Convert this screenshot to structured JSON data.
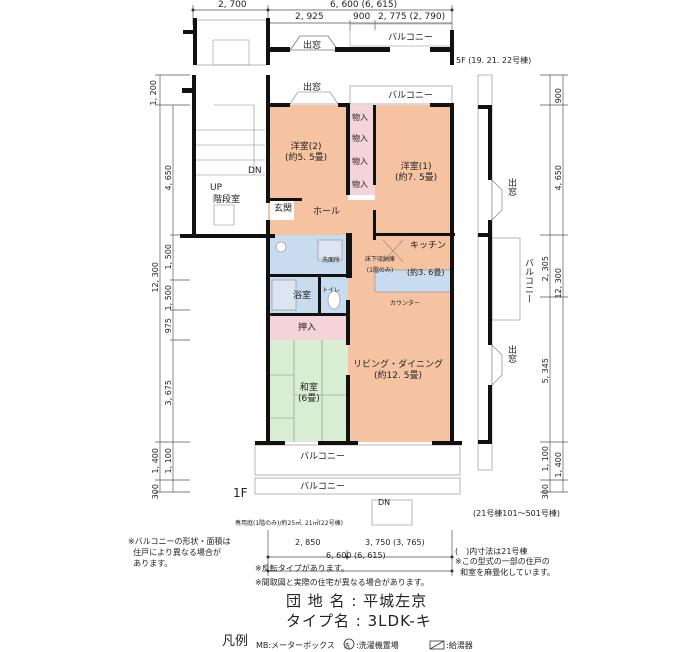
{
  "top_dims": {
    "d1": "2, 700",
    "d2": "6, 600 (6, 615)",
    "d3": "2, 925",
    "d4": "900",
    "d5": "2, 775 (2, 790)"
  },
  "floor5": {
    "bay": "出窓",
    "balcony": "バルコニー",
    "label": "5F (19. 21. 22号棟)"
  },
  "rooms": {
    "bay_top": "出窓",
    "balcony_top": "バルコニー",
    "western2": "洋室(2)",
    "western2_size": "(約5. 5畳)",
    "western1": "洋室(1)",
    "western1_size": "(約7. 5畳)",
    "closet": "物入",
    "stair_up": "UP",
    "stair_dn": "DN",
    "stair_room": "階段室",
    "entrance": "玄関",
    "hall": "ホール",
    "washroom": "洗面所",
    "underfloor": "床下収納庫",
    "underfloor_note": "(1階のみ)",
    "kitchen": "キッチン",
    "kitchen_size": "(約3. 6畳)",
    "counter": "カウンター",
    "bath": "浴室",
    "toilet": "トイレ",
    "oshiire": "押入",
    "washitsu": "和室",
    "washitsu_size": "(6畳)",
    "living": "リビング・ダイニング",
    "living_size": "(約12. 5畳)",
    "balcony_bottom": "バルコニー",
    "balcony_1f": "バルコニー",
    "dn": "DN",
    "right_bay": "出窓",
    "right_balcony": "バルコニー"
  },
  "left_dims": {
    "a": "1, 200",
    "b": "4, 650",
    "c": "1, 500",
    "d": "1, 500",
    "e": "975",
    "f": "3, 675",
    "g": "12, 300",
    "h": "1, 400",
    "i": "1, 100",
    "j": "300"
  },
  "right_dims": {
    "a": "900",
    "b": "4, 650",
    "c": "2, 305",
    "d": "12, 300",
    "e": "5, 345",
    "f": "1, 100",
    "g": "1, 400",
    "h": "300"
  },
  "bottom_dims": {
    "a": "2, 850",
    "b": "3, 750 (3, 765)",
    "c": "6, 600 (6, 615)"
  },
  "notes": {
    "floor1": "1F",
    "garden": "専用庭(1階のみ)/約25㎡, 21㎡(22号棟)",
    "buildings": "(21号棟101～501号棟)",
    "balcony_note1": "※バルコニーの形状・面積は",
    "balcony_note2": "住戸により異なる場合が",
    "balcony_note3": "あります。",
    "paren_note": "(　)内寸法は21号棟",
    "washitsu_note1": "※この型式の一部の住戸の",
    "washitsu_note2": "和室を麻畳化しています。",
    "reverse": "※反転タイプがあります。",
    "differ": "※間取図と実際の住宅が異なる場合があります。"
  },
  "info": {
    "estate_label": "団 地 名",
    "estate": "平城左京",
    "type_label": "タイプ名",
    "type": "3LDK-キ",
    "colon": ":"
  },
  "legend": {
    "title": "凡例",
    "mb": "MB:メーターボックス",
    "washer_symbol": "洗",
    "washer": ":洗濯機置場",
    "heater": ":給湯器"
  },
  "colors": {
    "western": "#f6c3a2",
    "wet": "#c9dbef",
    "closet": "#f5d3da",
    "washitsu": "#d9edd3",
    "wall": "#111111"
  }
}
